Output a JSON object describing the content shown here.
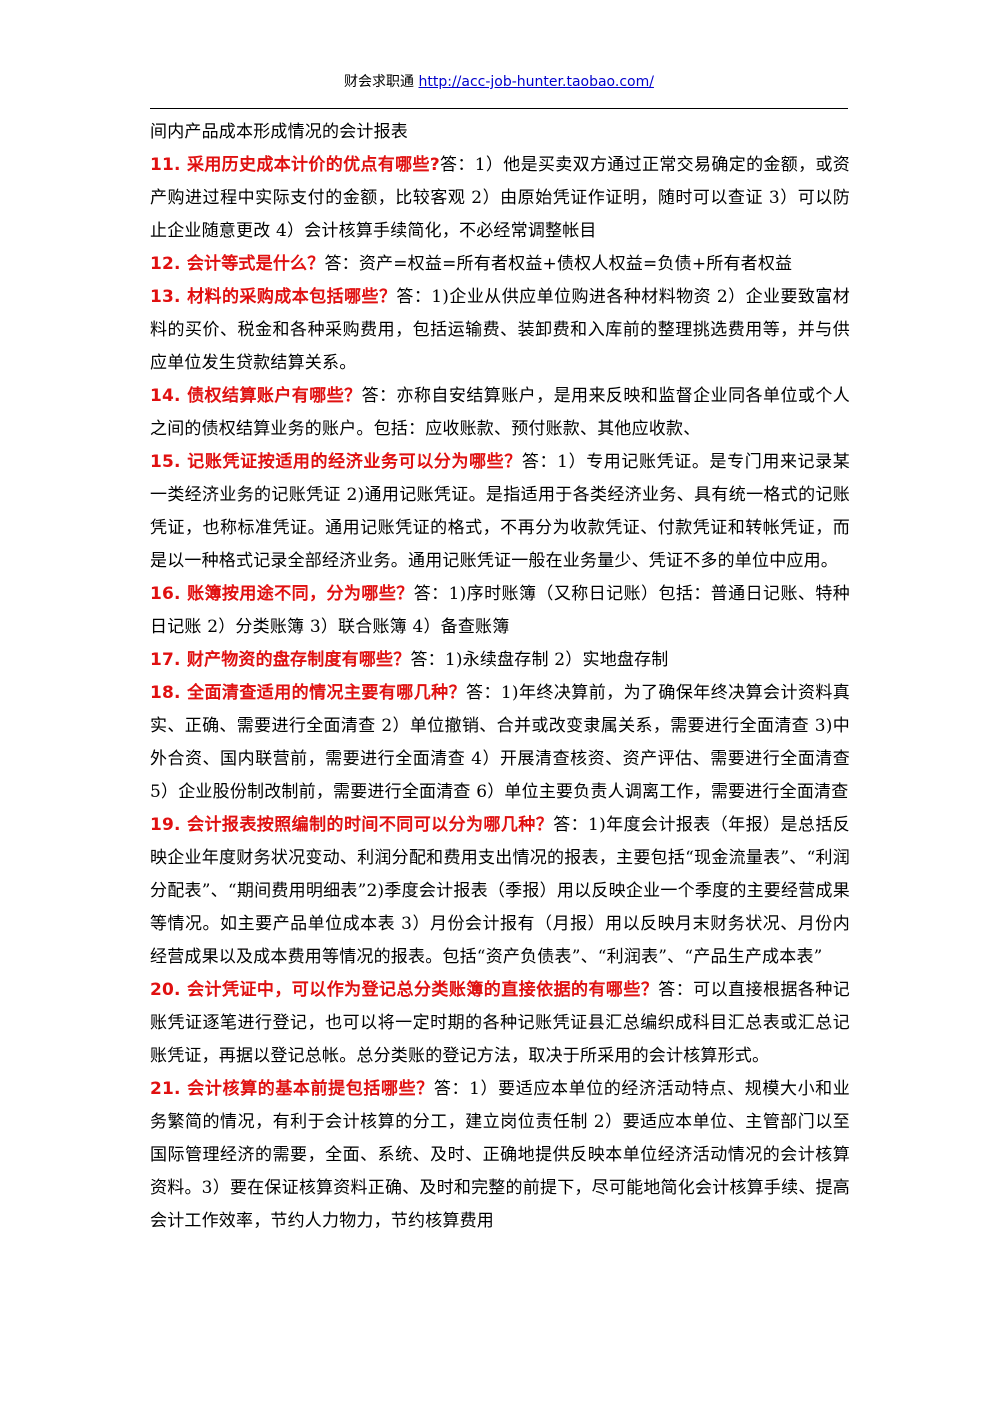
{
  "header": {
    "site_name": "财会求职通",
    "site_url": "http://acc-job-hunter.taobao.com/"
  },
  "colors": {
    "question": "#e01010",
    "link": "#0000cc",
    "text": "#000000"
  },
  "intro_text": "间内产品成本形成情况的会计报表",
  "qa": [
    {
      "question": "11. 采用历史成本计价的优点有哪些?",
      "answer": "答：1）他是买卖双方通过正常交易确定的金额，或资产购进过程中实际支付的金额，比较客观 2）由原始凭证作证明，随时可以查证 3）可以防止企业随意更改 4）会计核算手续简化，不必经常调整帐目"
    },
    {
      "question": "12. 会计等式是什么？",
      "answer": "答：资产=权益=所有者权益+债权人权益=负债+所有者权益"
    },
    {
      "question": "13. 材料的采购成本包括哪些？",
      "answer": "答：1)企业从供应单位购进各种材料物资 2）企业要致富材料的买价、税金和各种采购费用，包括运输费、装卸费和入库前的整理挑选费用等，并与供应单位发生贷款结算关系。"
    },
    {
      "question": "14. 债权结算账户有哪些？",
      "answer": "答：亦称自安结算账户，是用来反映和监督企业同各单位或个人之间的债权结算业务的账户。包括：应收账款、预付账款、其他应收款、"
    },
    {
      "question": "15. 记账凭证按适用的经济业务可以分为哪些？",
      "answer": "答：1）专用记账凭证。是专门用来记录某一类经济业务的记账凭证 2)通用记账凭证。是指适用于各类经济业务、具有统一格式的记账凭证，也称标准凭证。通用记账凭证的格式，不再分为收款凭证、付款凭证和转帐凭证，而是以一种格式记录全部经济业务。通用记账凭证一般在业务量少、凭证不多的单位中应用。"
    },
    {
      "question": "16. 账簿按用途不同，分为哪些？",
      "answer": "答：1)序时账簿（又称日记账）包括：普通日记账、特种日记账 2）分类账簿 3）联合账簿 4）备查账簿"
    },
    {
      "question": "17. 财产物资的盘存制度有哪些？",
      "answer": "答：1)永续盘存制 2）实地盘存制"
    },
    {
      "question": "18. 全面清查适用的情况主要有哪几种？",
      "answer": "答：1)年终决算前，为了确保年终决算会计资料真实、正确、需要进行全面清查 2）单位撤销、合并或改变隶属关系，需要进行全面清查 3)中外合资、国内联营前，需要进行全面清查 4）开展清查核资、资产评估、需要进行全面清查 5）企业股份制改制前，需要进行全面清查 6）单位主要负责人调离工作，需要进行全面清查"
    },
    {
      "question": "19. 会计报表按照编制的时间不同可以分为哪几种？",
      "answer": "答：1)年度会计报表（年报）是总括反映企业年度财务状况变动、利润分配和费用支出情况的报表，主要包括“现金流量表”、“利润分配表”、“期间费用明细表”2)季度会计报表（季报）用以反映企业一个季度的主要经营成果等情况。如主要产品单位成本表 3）月份会计报有（月报）用以反映月末财务状况、月份内经营成果以及成本费用等情况的报表。包括“资产负债表”、“利润表”、“产品生产成本表”"
    },
    {
      "question": "20. 会计凭证中，可以作为登记总分类账簿的直接依据的有哪些？",
      "answer": "答：可以直接根据各种记账凭证逐笔进行登记，也可以将一定时期的各种记账凭证县汇总编织成科目汇总表或汇总记账凭证，再据以登记总帐。总分类账的登记方法，取决于所采用的会计核算形式。"
    },
    {
      "question": "21. 会计核算的基本前提包括哪些？",
      "answer": "答：1）要适应本单位的经济活动特点、规模大小和业务繁简的情况，有利于会计核算的分工，建立岗位责任制 2）要适应本单位、主管部门以至国际管理经济的需要，全面、系统、及时、正确地提供反映本单位经济活动情况的会计核算资料。3）要在保证核算资料正确、及时和完整的前提下，尽可能地简化会计核算手续、提高会计工作效率，节约人力物力，节约核算费用"
    }
  ]
}
